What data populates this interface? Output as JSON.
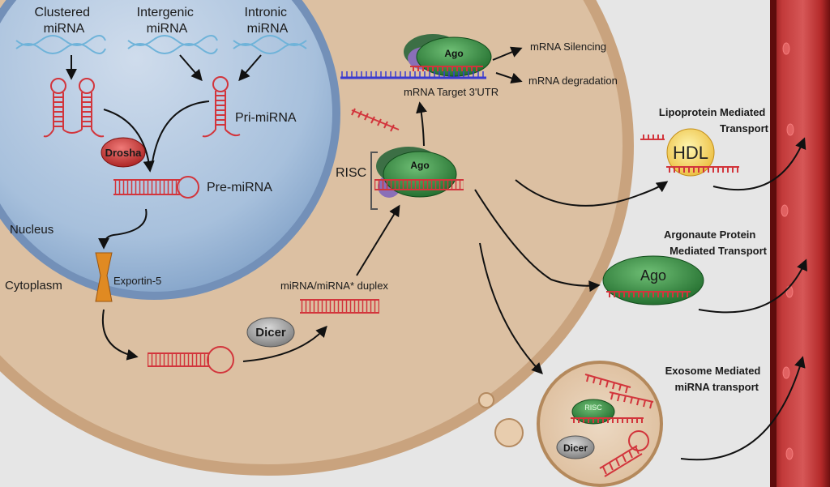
{
  "labels": {
    "clustered": [
      "Clustered",
      "miRNA"
    ],
    "intergenic": [
      "Intergenic",
      "miRNA"
    ],
    "intronic": [
      "Intronic",
      "miRNA"
    ],
    "pri_mirna": "Pri-miRNA",
    "drosha": "Drosha",
    "pre_mirna": "Pre-miRNA",
    "nucleus": "Nucleus",
    "cytoplasm": "Cytoplasm",
    "exportin": "Exportin-5",
    "dicer": "Dicer",
    "duplex": "miRNA/miRNA* duplex",
    "risc": "RISC",
    "ago": "Ago",
    "mrna_target": "mRNA Target 3'UTR",
    "mrna_silencing": "mRNA Silencing",
    "mrna_degradation": "mRNA degradation",
    "lipoprotein_transport": [
      "Lipoprotein Mediated",
      "Transport"
    ],
    "hdl": "HDL",
    "argonaute_transport": [
      "Argonaute Protein",
      "Mediated Transport"
    ],
    "exosome_transport": [
      "Exosome Mediated",
      "miRNA transport"
    ],
    "exosome_risc": "RISC",
    "exosome_dicer": "Dicer"
  },
  "colors": {
    "cytoplasm": "#dcc0a2",
    "nucleus": "#a7c0dc",
    "rna": "#d2353c",
    "mrna": "#3a3ad0",
    "ago": "#2f7d3a",
    "vessel": "#b52a2a",
    "background": "#e8e8e8"
  }
}
